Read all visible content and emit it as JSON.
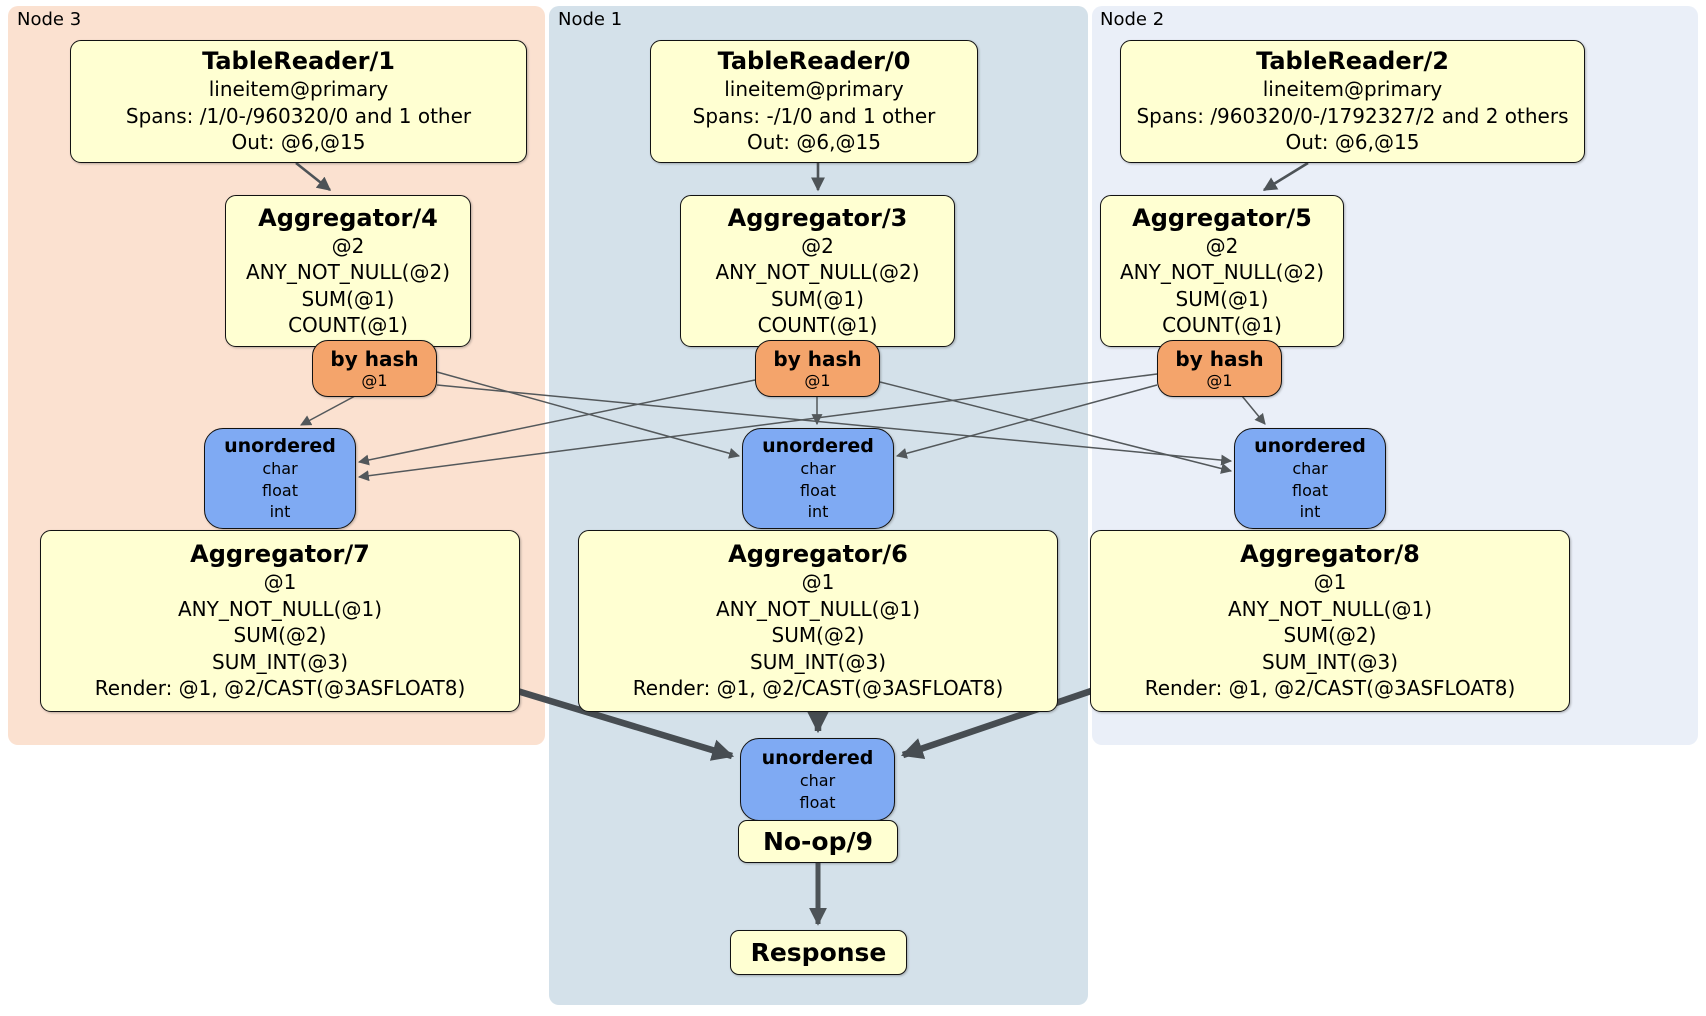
{
  "diagram": {
    "node_groups": [
      {
        "label": "Node 3"
      },
      {
        "label": "Node 1"
      },
      {
        "label": "Node 2"
      }
    ]
  },
  "boxes": {
    "tr1": {
      "title": "TableReader/1",
      "lines": [
        "lineitem@primary",
        "Spans: /1/0-/960320/0 and 1 other",
        "Out: @6,@15"
      ]
    },
    "tr0": {
      "title": "TableReader/0",
      "lines": [
        "lineitem@primary",
        "Spans: -/1/0 and 1 other",
        "Out: @6,@15"
      ]
    },
    "tr2": {
      "title": "TableReader/2",
      "lines": [
        "lineitem@primary",
        "Spans: /960320/0-/1792327/2 and 2 others",
        "Out: @6,@15"
      ]
    },
    "agg4": {
      "title": "Aggregator/4",
      "lines": [
        "@2",
        "ANY_NOT_NULL(@2)",
        "SUM(@1)",
        "COUNT(@1)"
      ]
    },
    "agg3": {
      "title": "Aggregator/3",
      "lines": [
        "@2",
        "ANY_NOT_NULL(@2)",
        "SUM(@1)",
        "COUNT(@1)"
      ]
    },
    "agg5": {
      "title": "Aggregator/5",
      "lines": [
        "@2",
        "ANY_NOT_NULL(@2)",
        "SUM(@1)",
        "COUNT(@1)"
      ]
    },
    "agg7": {
      "title": "Aggregator/7",
      "lines": [
        "@1",
        "ANY_NOT_NULL(@1)",
        "SUM(@2)",
        "SUM_INT(@3)",
        "Render: @1, @2/CAST(@3ASFLOAT8)"
      ]
    },
    "agg6": {
      "title": "Aggregator/6",
      "lines": [
        "@1",
        "ANY_NOT_NULL(@1)",
        "SUM(@2)",
        "SUM_INT(@3)",
        "Render: @1, @2/CAST(@3ASFLOAT8)"
      ]
    },
    "agg8": {
      "title": "Aggregator/8",
      "lines": [
        "@1",
        "ANY_NOT_NULL(@1)",
        "SUM(@2)",
        "SUM_INT(@3)",
        "Render: @1, @2/CAST(@3ASFLOAT8)"
      ]
    },
    "hash4": {
      "title": "by hash",
      "lines": [
        "@1"
      ]
    },
    "hash3": {
      "title": "by hash",
      "lines": [
        "@1"
      ]
    },
    "hash5": {
      "title": "by hash",
      "lines": [
        "@1"
      ]
    },
    "unord7": {
      "title": "unordered",
      "lines": [
        "char",
        "float",
        "int"
      ]
    },
    "unord6": {
      "title": "unordered",
      "lines": [
        "char",
        "float",
        "int"
      ]
    },
    "unord8": {
      "title": "unordered",
      "lines": [
        "char",
        "float",
        "int"
      ]
    },
    "unord9": {
      "title": "unordered",
      "lines": [
        "char",
        "float"
      ]
    },
    "noop": {
      "title": "No-op/9"
    },
    "response": {
      "title": "Response"
    }
  },
  "colors": {
    "node3_bg": "#fbe1d0",
    "node1_bg": "#d4e1ea",
    "node2_bg": "#eaeff8",
    "processor_fill": "#ffffd2",
    "hash_router_fill": "#f4a46b",
    "sync_fill": "#7faaf3",
    "edge_thin": "#53585b",
    "edge_mid": "#4d5357",
    "edge_thick": "#474d52"
  }
}
